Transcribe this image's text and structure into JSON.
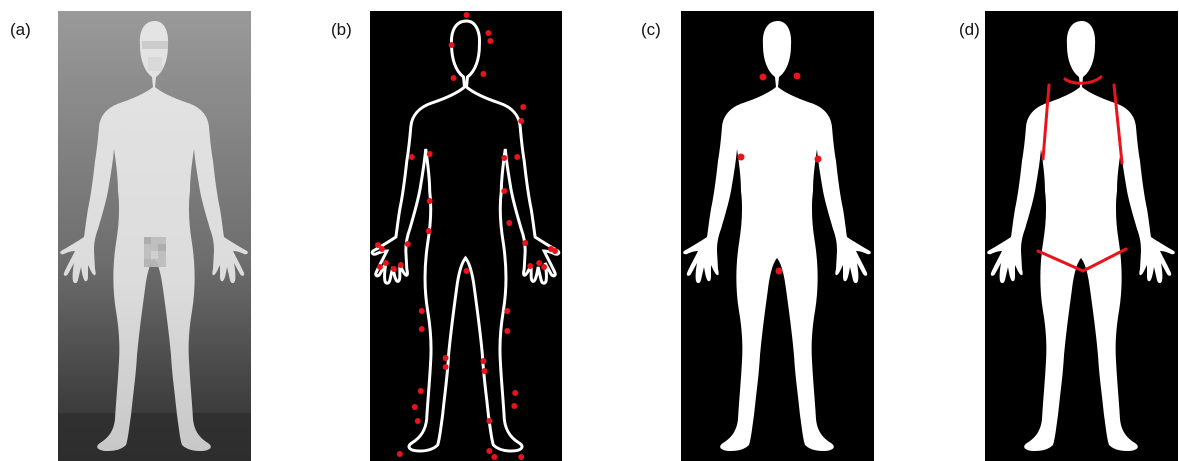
{
  "figure": {
    "panels": [
      {
        "id": "a",
        "label": "(a)"
      },
      {
        "id": "b",
        "label": "(b)"
      },
      {
        "id": "c",
        "label": "(c)"
      },
      {
        "id": "d",
        "label": "(d)"
      }
    ]
  },
  "colors": {
    "background": "#000000",
    "silhouette": "#ffffff",
    "marker": "#e8141b",
    "thermal_bg_top": "#9a9a9a",
    "thermal_bg_bottom": "#2d2d2d",
    "thermal_body": "#e6e6e6"
  }
}
